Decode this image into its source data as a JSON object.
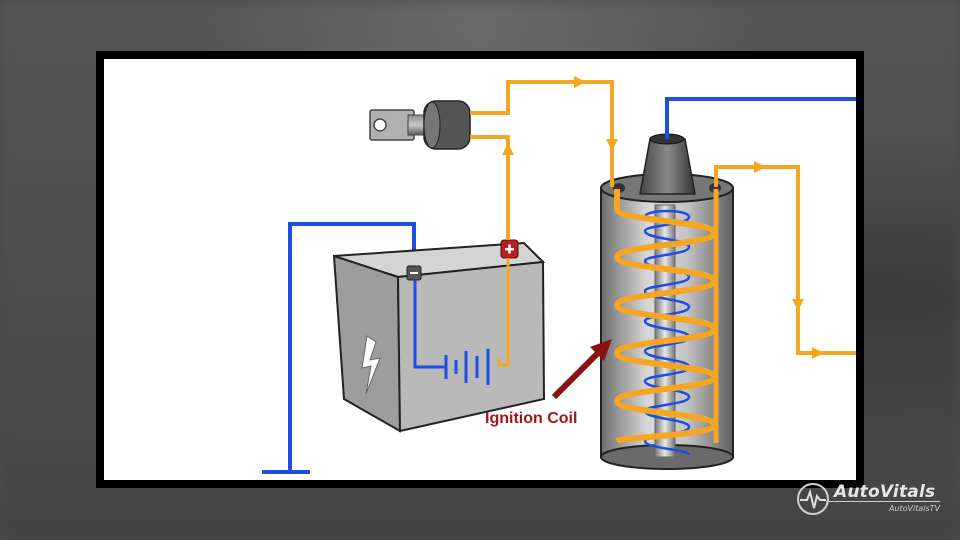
{
  "diagram": {
    "label": "Ignition Coil",
    "colors": {
      "primary_wire": "#f5a623",
      "secondary_wire": "#1f4fe0",
      "arrow": "#8b1010",
      "battery_body": "#b9b9b9",
      "coil_body": "#9a9a9a"
    },
    "battery": {
      "negative_symbol": "−",
      "positive_symbol": "+"
    }
  },
  "logo": {
    "name": "AutoVitals",
    "subtext": "AutoVitalsTV"
  }
}
